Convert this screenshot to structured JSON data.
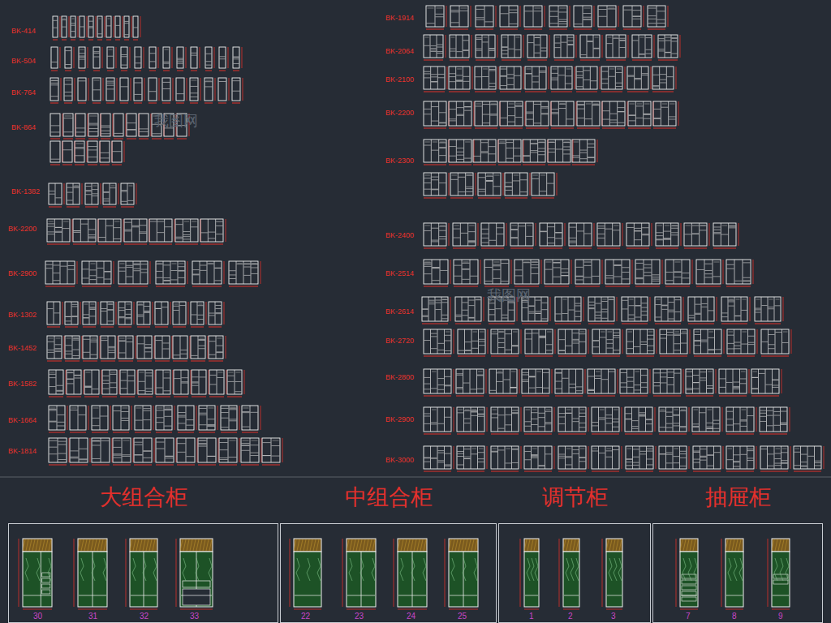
{
  "diagram": {
    "nodes": [
      {
        "text": [
          "大组合柜"
        ]
      },
      {
        "text": [
          "中组合柜"
        ]
      },
      {
        "text": [
          "调节柜"
        ]
      },
      {
        "text": [
          "抽屉柜"
        ]
      }
    ],
    "labels": [
      "BK-414",
      "BK-504",
      "BK-764",
      "BK-864",
      "BK-1382",
      "BK-2200",
      "BK-2900",
      "BK-1302",
      "BK-1452",
      "BK-1582",
      "BK-1664",
      "BK-1814",
      "BK-1914",
      "BK-2064",
      "BK-2100",
      "BK-2200",
      "BK-2300",
      "BK-2400",
      "BK-2514",
      "BK-2614",
      "BK-2720",
      "BK-2800",
      "BK-2900",
      "BK-3000",
      "30",
      "31",
      "32",
      "33",
      "22",
      "23",
      "24",
      "25",
      "1",
      "2",
      "3",
      "7",
      "8",
      "9",
      "我图网",
      "我图网"
    ]
  }
}
